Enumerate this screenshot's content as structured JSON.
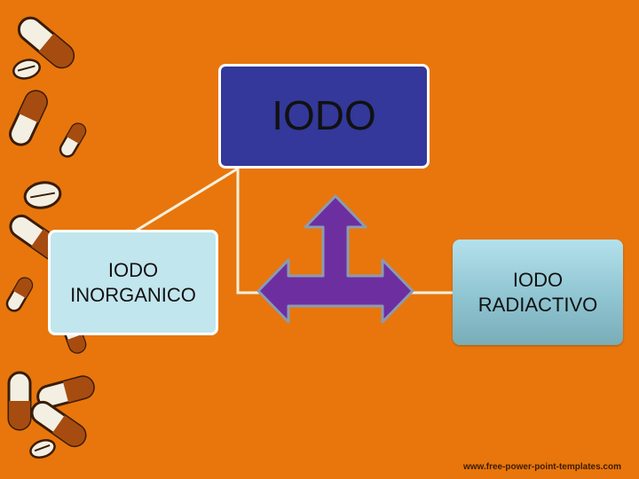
{
  "diagram": {
    "top_node": "IODO",
    "left_node": [
      "IODO",
      "INORGANICO"
    ],
    "right_node": [
      "IODO",
      "RADIACTIVO"
    ]
  },
  "footer": {
    "url": "www.free-power-point-templates.com"
  },
  "colors": {
    "background": "#e8760c",
    "top_node_fill": "#33389a",
    "left_node_fill": "#c2e6ee",
    "right_node_fill": "#9fd3df",
    "arrow_fill": "#6d2fa0",
    "arrow_stroke": "#8a9bb3",
    "connector": "#f4f0dc"
  },
  "icons": [
    "pill-capsule-icon",
    "pill-tablet-icon",
    "three-way-arrow-icon"
  ]
}
